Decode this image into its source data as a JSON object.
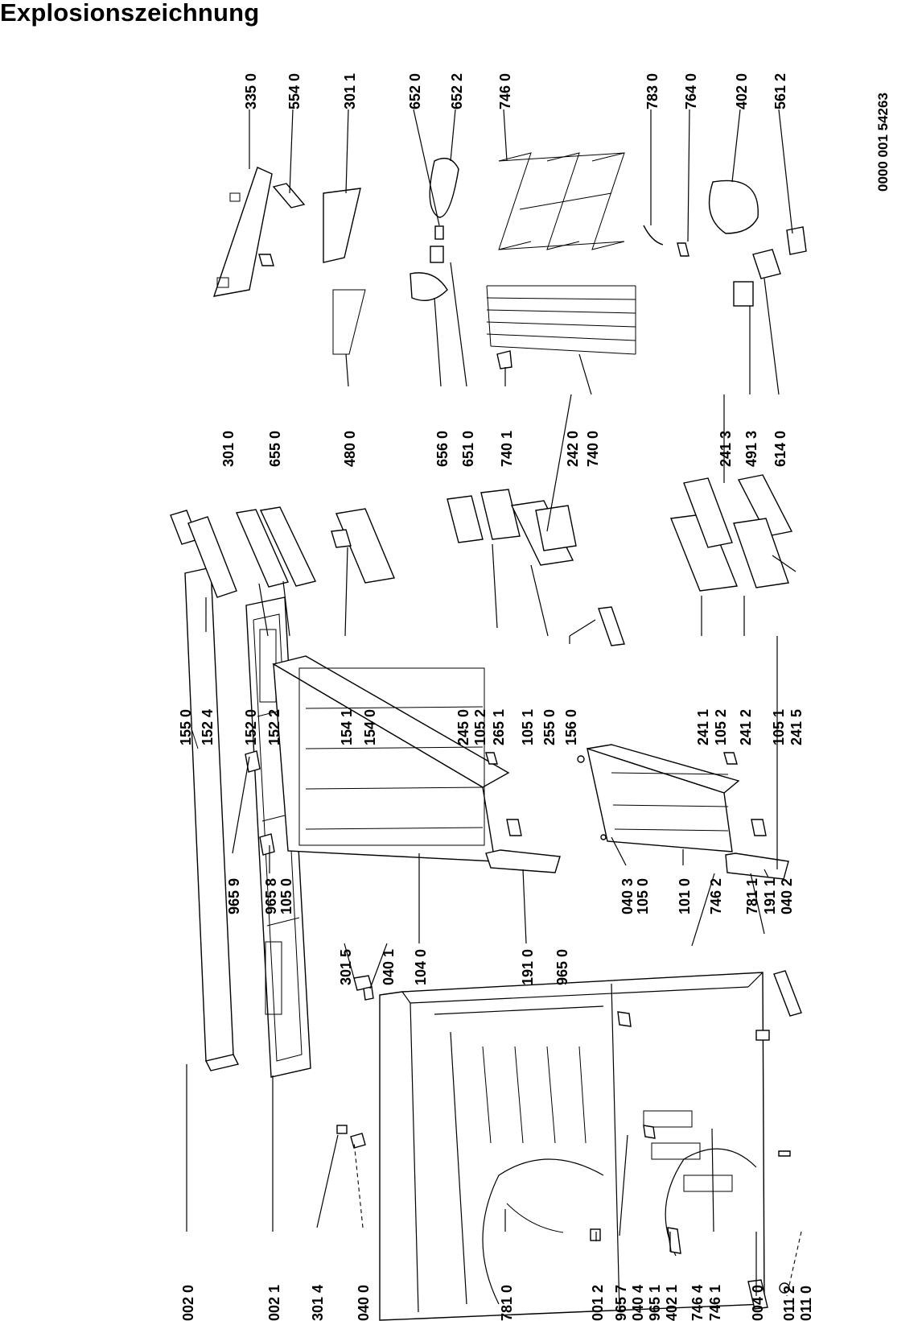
{
  "title": "Explosionszeichnung",
  "doc_number": "0000 001 54263",
  "labels": {
    "c1": [
      "002 0",
      "002 1",
      "301 4",
      "040 0"
    ],
    "c2": [
      "781 0",
      "001 2",
      "965 7",
      "040 4",
      "965 1",
      "402 1",
      "746 4",
      "746 1",
      "004 0",
      "011 2",
      "011 0"
    ],
    "c3": [
      "301 5",
      "040 1",
      "104 0",
      "191 0",
      "965 0"
    ],
    "c4a": [
      "965 9",
      "965 8",
      "105 0"
    ],
    "c4b": [
      "040 3",
      "105 0",
      "101 0",
      "746 2",
      "781 1",
      "191 1",
      "040 2"
    ],
    "c5": [
      "155 0",
      "152 4",
      "152 0",
      "152 2",
      "154 1",
      "154 0"
    ],
    "c6": [
      "245 0",
      "105 2",
      "265 1",
      "105 1",
      "255 0",
      "156 0"
    ],
    "c7": [
      "241 1",
      "105 2",
      "241 2",
      "105 1",
      "241 5"
    ],
    "c8": [
      "301 0",
      "655 0",
      "480 0",
      "656 0",
      "651 0",
      "740 1",
      "242 0",
      "740 0",
      "241 3",
      "491 3",
      "614 0"
    ],
    "c9": [
      "335 0",
      "554 0",
      "301 1",
      "652 0",
      "652 2",
      "746 0",
      "783 0",
      "764 0",
      "402 0",
      "561 2"
    ]
  }
}
